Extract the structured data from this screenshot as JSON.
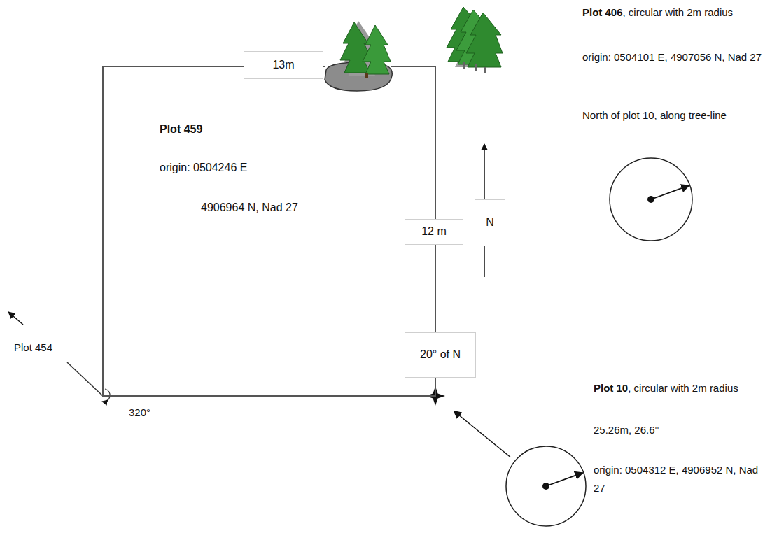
{
  "diagram": {
    "nodes": [
      {
        "text": [
          "Plot 459",
          "origin: 0504246 E",
          "4906964 N, Nad 27"
        ]
      },
      {
        "text": [
          "13m"
        ]
      },
      {
        "text": [
          "12 m"
        ]
      },
      {
        "text": [
          "N"
        ]
      },
      {
        "text": [
          "20° of N"
        ]
      },
      {
        "text": [
          "Plot 406, circular with 2m radius",
          "origin: 0504101 E, 4907056 N, Nad 27",
          "North of plot 10, along tree-line"
        ]
      },
      {
        "text": [
          "Plot 10, circular with 2m radius",
          "25.26m, 26.6°",
          "origin: 0504312 E, 4906952 N, Nad 27"
        ]
      }
    ],
    "edges": [
      {
        "from": 6,
        "to": 0,
        "arrow": "to"
      }
    ],
    "labels": [
      "Plot 454",
      "320°"
    ]
  }
}
